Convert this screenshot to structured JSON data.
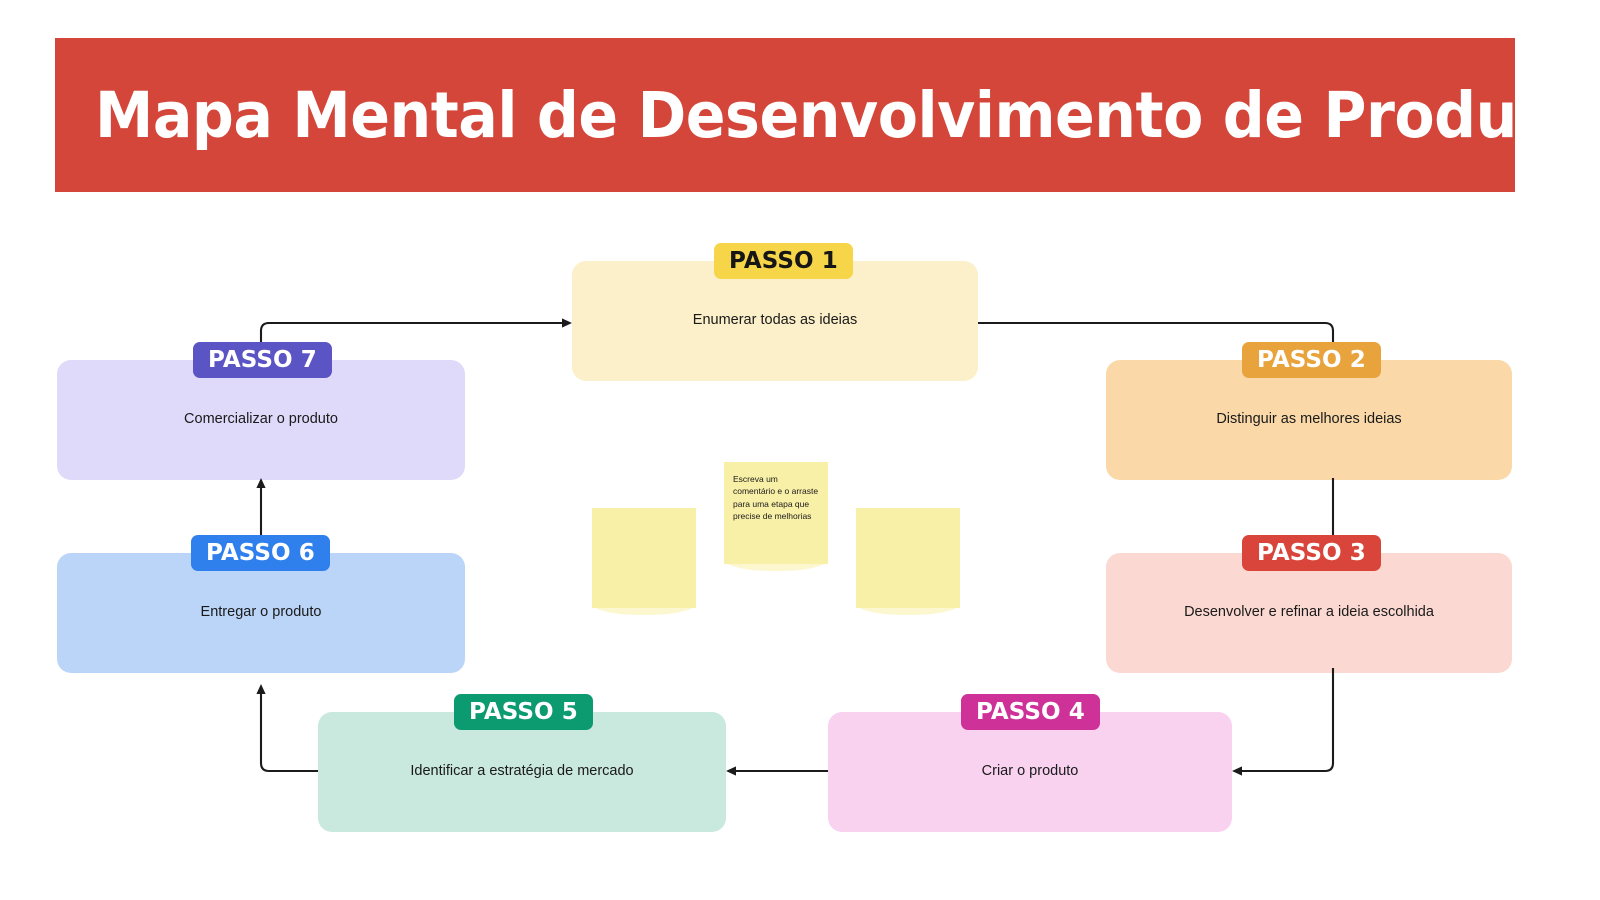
{
  "header": {
    "title": "Mapa Mental de Desenvolvimento de Produto",
    "background_color": "#D4453A",
    "text_color": "#FFFFFF"
  },
  "steps": [
    {
      "badge": "PASSO 1",
      "label": "Enumerar todas as ideias",
      "badge_color": "#F7D548",
      "badge_text_color": "#161616",
      "body_color": "#FBF0C9"
    },
    {
      "badge": "PASSO 2",
      "label": "Distinguir as melhores ideias",
      "badge_color": "#E8A33D",
      "badge_text_color": "#FFFFFF",
      "body_color": "#FAD8A8"
    },
    {
      "badge": "PASSO 3",
      "label": "Desenvolver e refinar a ideia escolhida",
      "badge_color": "#D9453A",
      "badge_text_color": "#FFFFFF",
      "body_color": "#FBD9D2"
    },
    {
      "badge": "PASSO 4",
      "label": "Criar o produto",
      "badge_color": "#CE3299",
      "badge_text_color": "#FFFFFF",
      "body_color": "#F9D2F0"
    },
    {
      "badge": "PASSO 5",
      "label": "Identificar a estratégia de mercado",
      "badge_color": "#0C9B71",
      "badge_text_color": "#FFFFFF",
      "body_color": "#C9E8DE"
    },
    {
      "badge": "PASSO 6",
      "label": "Entregar o produto",
      "badge_color": "#2F80ED",
      "badge_text_color": "#FFFFFF",
      "body_color": "#BAD5F8"
    },
    {
      "badge": "PASSO 7",
      "label": "Comercializar o produto",
      "badge_color": "#5B54C4",
      "badge_text_color": "#FFFFFF",
      "body_color": "#DFDAFA"
    }
  ],
  "sticky_notes": [
    {
      "text": ""
    },
    {
      "text": "Escreva um comentário e o arraste para uma etapa que precise de melhorias"
    },
    {
      "text": ""
    }
  ],
  "sticky_note_color": "#F9F0A8",
  "connector_color": "#1B1B1B"
}
